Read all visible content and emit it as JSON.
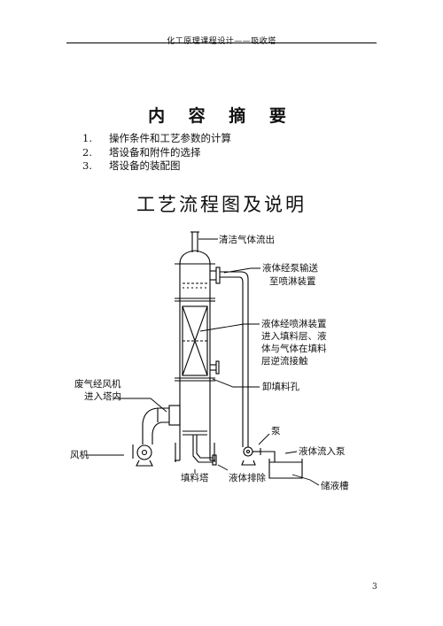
{
  "header": "化工原理课程设计——吸收塔",
  "title": "内 容 摘 要",
  "contents": [
    {
      "num": "1.",
      "text": "操作条件和工艺参数的计算"
    },
    {
      "num": "2.",
      "text": "塔设备和附件的选择"
    },
    {
      "num": "3.",
      "text": "塔设备的装配图"
    }
  ],
  "diagram": {
    "title": "工艺流程图及说明",
    "labels": {
      "clean_gas_out": "清洁气体流出",
      "liquid_pumped_1": "液体经泵输送",
      "liquid_pumped_2": "至喷淋装置",
      "spray_1": "液体经喷淋装置",
      "spray_2": "进入填料层、液",
      "spray_3": "体与气体在填料",
      "spray_4": "层逆流接触",
      "unload_hole": "卸填料孔",
      "waste_gas_1": "废气经风机",
      "waste_gas_2": "进入塔内",
      "fan": "风机",
      "pump": "泵",
      "liquid_into_pump": "液体流入泵",
      "tank": "储液槽",
      "packed_tower": "填料塔",
      "liquid_drain": "液体排除"
    }
  },
  "page_number": "3"
}
